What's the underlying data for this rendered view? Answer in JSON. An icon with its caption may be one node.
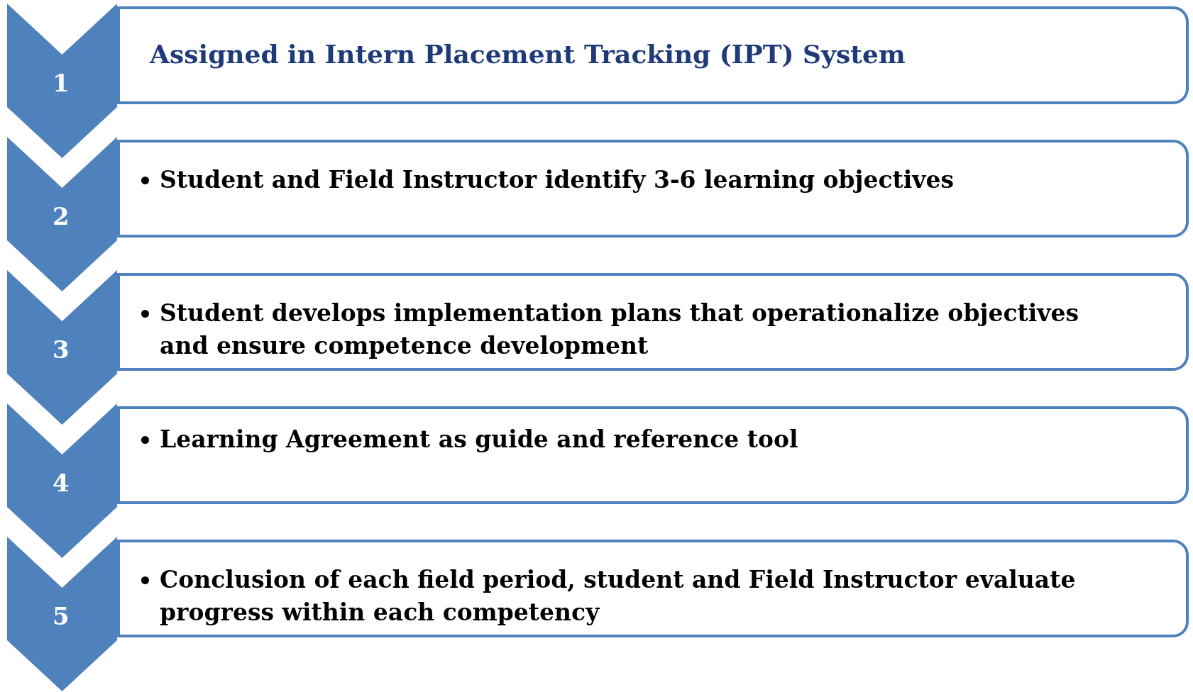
{
  "diagram": {
    "nodes": [
      {
        "text": [
          "1"
        ]
      },
      {
        "text": [
          "Assigned in Intern Placement Tracking (IPT) System"
        ]
      },
      {
        "text": [
          "2"
        ]
      },
      {
        "text": [
          "Student and Field Instructor identify 3-6 learning objectives"
        ]
      },
      {
        "text": [
          "3"
        ]
      },
      {
        "text": [
          "Student develops implementation plans that operationalize objectives and ensure competence development"
        ]
      },
      {
        "text": [
          "4"
        ]
      },
      {
        "text": [
          "Learning Agreement as guide and reference tool"
        ]
      },
      {
        "text": [
          "5"
        ]
      },
      {
        "text": [
          "Conclusion of each field period, student and Field Instructor evaluate progress within each competency"
        ]
      }
    ],
    "edges": []
  }
}
